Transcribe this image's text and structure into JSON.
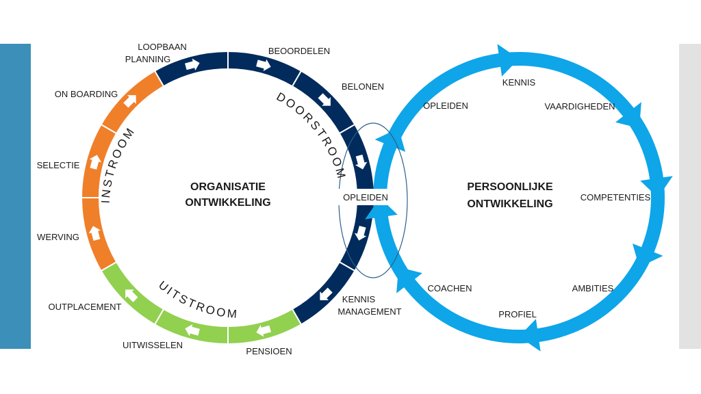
{
  "colors": {
    "instroom": "#f07f2a",
    "uitstroom": "#92d050",
    "doorstroom": "#002b5c",
    "persoonlijk": "#0ea5e9",
    "left_bar": "#3c8fb8",
    "right_bar": "#e2e2e2",
    "arrow": "#ffffff"
  },
  "organisatie": {
    "title_line1": "ORGANISATIE",
    "title_line2": "ONTWIKKELING",
    "phase_instroom": "INSTROOM",
    "phase_doorstroom": "DOORSTROOM",
    "phase_uitstroom": "UITSTROOM",
    "labels": {
      "loopbaan_1": "LOOPBAAN",
      "loopbaan_2": "PLANNING",
      "beoordelen": "BEOORDELEN",
      "belonen": "BELONEN",
      "onboarding": "ON BOARDING",
      "selectie": "SELECTIE",
      "werving": "WERVING",
      "outplacement": "OUTPLACEMENT",
      "uitwisselen": "UITWISSELEN",
      "pensioen": "PENSIOEN",
      "kennis_1": "KENNIS",
      "kennis_2": "MANAGEMENT"
    }
  },
  "overlap": {
    "label": "OPLEIDEN"
  },
  "persoonlijk": {
    "title_line1": "PERSOONLIJKE",
    "title_line2": "ONTWIKKELING",
    "labels": {
      "kennis": "KENNIS",
      "opleiden": "OPLEIDEN",
      "vaardigheden": "VAARDIGHEDEN",
      "competenties": "COMPETENTIES",
      "ambities": "AMBITIES",
      "profiel": "PROFIEL",
      "coachen": "COACHEN"
    }
  }
}
